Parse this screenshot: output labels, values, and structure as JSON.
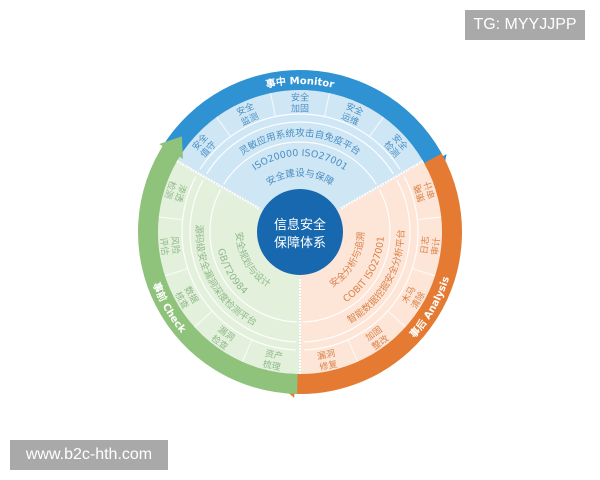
{
  "center": {
    "line1": "信息安全",
    "line2": "保障体系"
  },
  "colors": {
    "monitor_ring": "#2f93d3",
    "monitor_fill": "#cfe6f5",
    "analysis_ring": "#e57a32",
    "analysis_fill": "#fde6d8",
    "check_ring": "#8fc27a",
    "check_fill": "#e3f1dc",
    "center": "#1768ae",
    "monitor_text": "#4a8fc4",
    "analysis_text": "#d9824a",
    "check_text": "#8fb88a"
  },
  "sectors": {
    "monitor": {
      "ring_label": "事中 Monitor",
      "outer_items": [
        [
          "安全",
          "值守"
        ],
        [
          "安全",
          "监测"
        ],
        [
          "安全",
          "加固"
        ],
        [
          "安全",
          "运维"
        ],
        [
          "安全",
          "检测"
        ]
      ],
      "arc_labels": [
        "灵敏应用系统攻击自免疫平台",
        "ISO20000 ISO27001",
        "安全建设与保障"
      ]
    },
    "analysis": {
      "ring_label": "事后 Analysis",
      "outer_items": [
        [
          "策略",
          "审计"
        ],
        [
          "日志",
          "审计"
        ],
        [
          "木马",
          "清除"
        ],
        [
          "加固",
          "整改"
        ],
        [
          "漏洞",
          "修复"
        ]
      ],
      "arc_labels": [
        "智能数据挖掘安全分析平台",
        "COBIT ISO27001",
        "安全分析与追溯"
      ]
    },
    "check": {
      "ring_label": "事前 Check",
      "outer_items": [
        [
          "资产",
          "梳理"
        ],
        [
          "漏洞",
          "检查"
        ],
        [
          "数据",
          "核查"
        ],
        [
          "风险",
          "评估"
        ],
        [
          "渗透",
          "检测"
        ]
      ],
      "arc_labels": [
        "源码级安全漏洞深度检测平台",
        "GB/T20984",
        "安全规划与设计"
      ]
    }
  },
  "watermarks": {
    "top_right": "TG: MYYJJPP",
    "bottom_left": "www.b2c-hth.com"
  }
}
